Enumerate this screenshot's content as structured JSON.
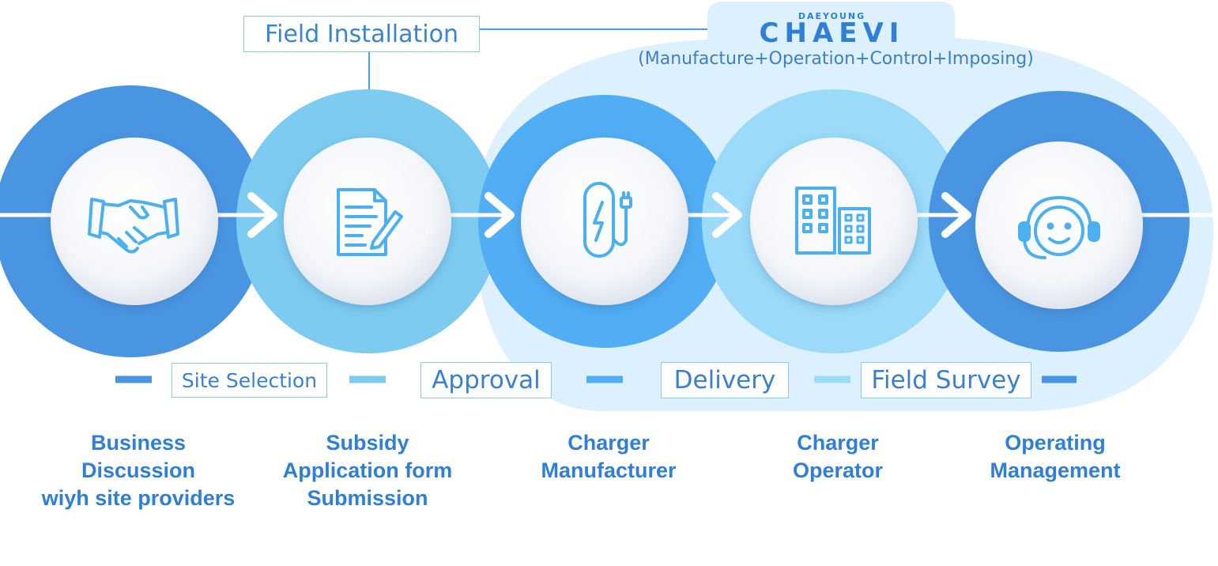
{
  "header": {
    "field_installation": "Field Installation",
    "brand_small": "DAEYOUNG",
    "brand_name": "CHAEVI",
    "brand_sub": "(Manufacture+Operation+Control+Imposing)"
  },
  "stage_labels": [
    "Site Selection",
    "Approval",
    "Delivery",
    "Field Survey"
  ],
  "steps": [
    {
      "icon": "handshake-icon",
      "lines": [
        "Business",
        "Discussion",
        "wiyh site providers"
      ]
    },
    {
      "icon": "document-pen-icon",
      "lines": [
        "Subsidy",
        "Application form",
        "Submission"
      ]
    },
    {
      "icon": "ev-charger-icon",
      "lines": [
        "Charger",
        "Manufacturer"
      ]
    },
    {
      "icon": "buildings-icon",
      "lines": [
        "Charger",
        "Operator"
      ]
    },
    {
      "icon": "headset-smiley-icon",
      "lines": [
        "Operating",
        "Management"
      ]
    }
  ],
  "colors": {
    "ring_dark": "#4a95e2",
    "ring_light": "#7dcbf0",
    "ring_pale": "#9bdaf9",
    "panel": "#dcf1fd",
    "icon": "#4ab0f0",
    "label_text": "#2f7fd6"
  }
}
